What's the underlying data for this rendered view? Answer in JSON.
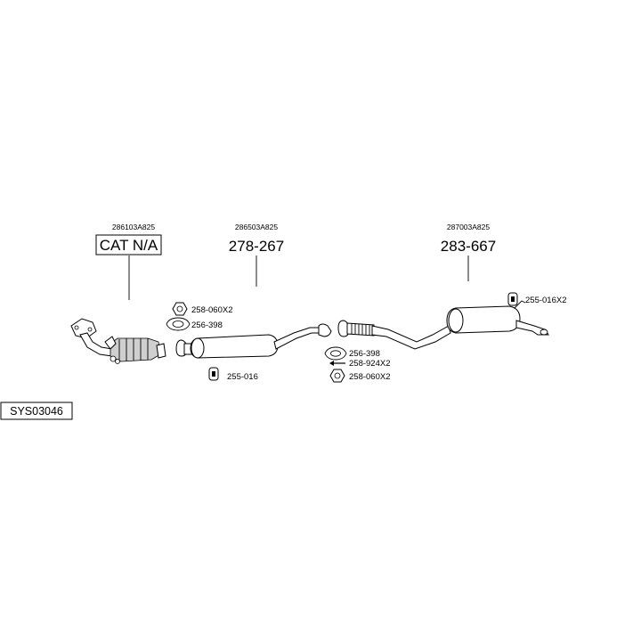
{
  "system_code": "SYS03046",
  "parts": [
    {
      "oem": "286103A825",
      "number": "CAT N/A"
    },
    {
      "oem": "286503A825",
      "number": "278-267"
    },
    {
      "oem": "287003A825",
      "number": "283-667"
    }
  ],
  "fittings": {
    "front_nut": "258-060X2",
    "front_gasket": "256-398",
    "front_mount": "255-016",
    "mid_gasket": "256-398",
    "mid_bolt": "258-924X2",
    "mid_nut": "258-060X2",
    "rear_mount": "255-016X2"
  }
}
